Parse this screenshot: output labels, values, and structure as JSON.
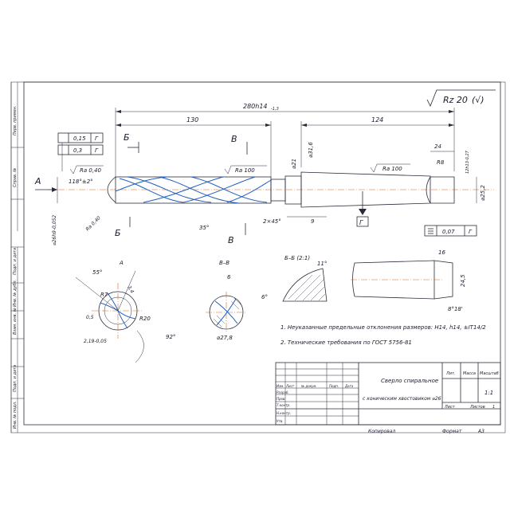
{
  "roughness": {
    "symbol": "Rz 20",
    "suffix": "(√)"
  },
  "dims": {
    "overall_length": "280h14",
    "overall_tol": "-1,3",
    "flute_length": "130",
    "shank_length": "124",
    "d_neck": "⌀21",
    "d_shank": "⌀31,6",
    "d_taper_end": "⌀25,2",
    "point_angle": "118°±2°",
    "chamfer": "2×45°",
    "neck_len": "9",
    "tang_len": "24",
    "tang_r": "R8",
    "tang_tol": "12h13-0,27",
    "diam_main": "⌀26h9-0,052",
    "ra_040": "Ra 0,40",
    "ra_100a": "Ra 100",
    "ra_100b": "Ra 100",
    "ra_040b": "Ra 0,40",
    "runout1": "0,15",
    "runout2": "0,3",
    "parallel": "0,07",
    "ref_g": "Г",
    "helix": "35°"
  },
  "labels": {
    "A": "А",
    "B": "Б",
    "V": "В"
  },
  "views": {
    "view_a": {
      "title": "А",
      "r7": "R7",
      "r20": "R20",
      "a55": "55°",
      "d34": "3,4",
      "d05": "0,5",
      "d219": "2,19-0,05",
      "a92": "92°"
    },
    "view_vv": {
      "title": "В–В",
      "d6": "6",
      "diam": "⌀27,8"
    },
    "view_bb": {
      "title": "Б–Б (2:1)",
      "a11": "11°",
      "a6": "6°"
    },
    "tang": {
      "w16": "16",
      "h245": "24,5",
      "a": "8°18'"
    }
  },
  "notes": [
    "1. Неуказанные предельные отклонения размеров: Н14, h14, ±IT14/2",
    "2. Технические требования по ГОСТ 5756-81"
  ],
  "title_block": {
    "name_line1": "Сверло спиральное",
    "name_line2": "с коническим хвостовиком ⌀26",
    "col_lit": "Лит.",
    "col_mass": "Масса",
    "col_scale": "Масштаб",
    "scale": "1:1",
    "sheet": "Лист",
    "sheets": "Листов",
    "sheets_n": "1",
    "rows": [
      "Изм.",
      "Лист",
      "№ докум.",
      "Подп.",
      "Дата"
    ],
    "side_rows": [
      "Разраб.",
      "Пров.",
      "Т.контр.",
      "Н.контр.",
      "Утв."
    ],
    "copied": "Копировал",
    "format": "Формат",
    "format_val": "А3"
  },
  "margin_labels": [
    "Перв. примен.",
    "Справ. №",
    "Подп. и дата",
    "Инв. № дубл.",
    "Взам. инв. №",
    "Подп. и дата",
    "Инв. № подл."
  ]
}
